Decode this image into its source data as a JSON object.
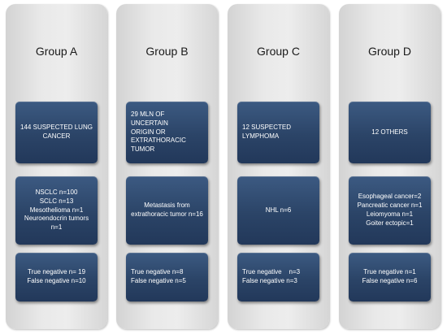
{
  "groups": [
    {
      "title": "Group A",
      "top": [
        "144 SUSPECTED LUNG",
        "CANCER"
      ],
      "mid": [
        "NSCLC n=100",
        "SCLC n=13",
        "Mesothelioma n=1",
        "Neuroendocrin tumors",
        "n=1"
      ],
      "bot": [
        "True negative n= 19",
        "False negative n=10"
      ]
    },
    {
      "title": "Group B",
      "top": [
        "29 MLN OF UNCERTAIN",
        "ORIGIN OR",
        "EXTRATHORACIC TUMOR"
      ],
      "mid": [
        "Metastasis from",
        "extrathoracic tumor n=16"
      ],
      "bot": [
        "True negative n=8",
        "False negative n=5"
      ]
    },
    {
      "title": "Group C",
      "top": [
        "12 SUSPECTED",
        "LYMPHOMA"
      ],
      "mid": [
        "NHL n=6"
      ],
      "bot": [
        "True negative    n=3",
        "False negative n=3"
      ]
    },
    {
      "title": "Group D",
      "top": [
        "12 OTHERS"
      ],
      "mid": [
        "Esophageal cancer=2",
        "Pancreatic cancer n=1",
        "Leiomyoma n=1",
        "Goiter ectopic=1"
      ],
      "bot": [
        "True negative n=1",
        "False negative n=6"
      ]
    }
  ]
}
